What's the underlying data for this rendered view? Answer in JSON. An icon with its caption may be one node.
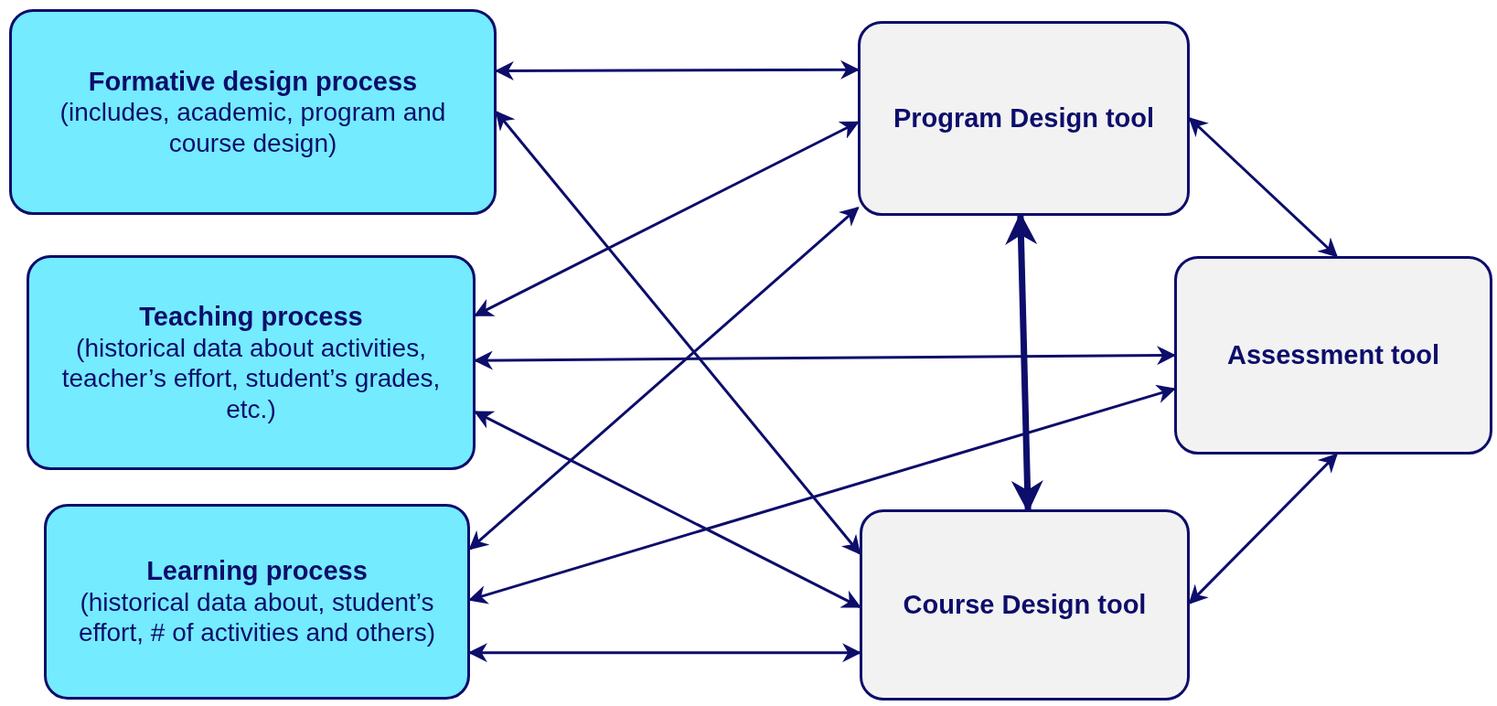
{
  "diagram": {
    "nodes": [
      {
        "text": [
          "Formative design process",
          "(includes, academic, program and course design)"
        ]
      },
      {
        "text": [
          "Teaching process",
          "(historical data about activities, teacher’s effort, student’s grades, etc.)"
        ]
      },
      {
        "text": [
          "Learning process",
          "(historical data about, student’s effort, # of activities and others)"
        ]
      },
      {
        "text": [
          "Program Design tool"
        ]
      },
      {
        "text": [
          "Assessment tool"
        ]
      },
      {
        "text": [
          "Course Design tool"
        ]
      }
    ],
    "edges": [
      {
        "from": 0,
        "to": 3,
        "arrow": "both"
      },
      {
        "from": 0,
        "to": 5,
        "arrow": "both"
      },
      {
        "from": 1,
        "to": 3,
        "arrow": "both"
      },
      {
        "from": 1,
        "to": 4,
        "arrow": "both"
      },
      {
        "from": 1,
        "to": 5,
        "arrow": "both"
      },
      {
        "from": 2,
        "to": 3,
        "arrow": "both"
      },
      {
        "from": 2,
        "to": 4,
        "arrow": "both"
      },
      {
        "from": 2,
        "to": 5,
        "arrow": "both"
      },
      {
        "from": 3,
        "to": 4,
        "arrow": "both"
      },
      {
        "from": 3,
        "to": 5,
        "arrow": "both",
        "style": "thick"
      },
      {
        "from": 4,
        "to": 5,
        "arrow": "both"
      }
    ]
  }
}
